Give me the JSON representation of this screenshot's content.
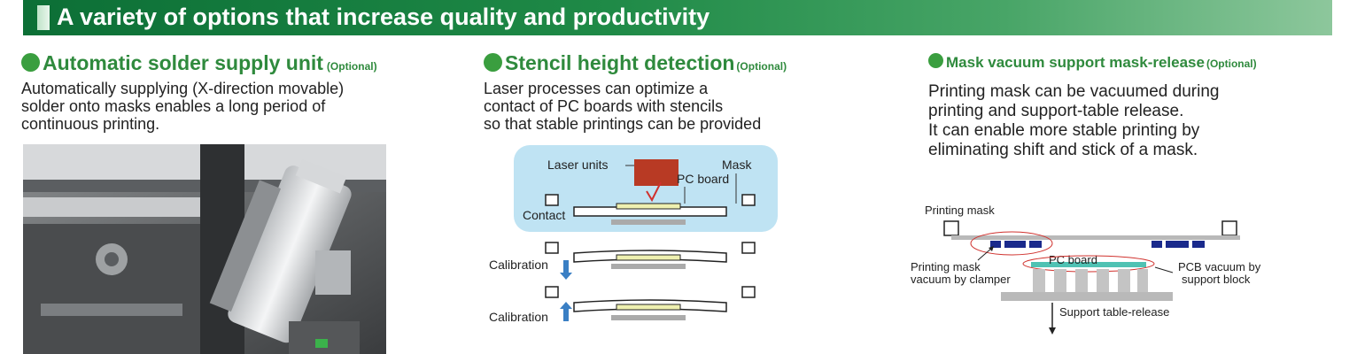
{
  "banner": {
    "title": "A variety of options that increase quality and productivity"
  },
  "sections": [
    {
      "title": "Automatic solder supply unit",
      "optional": "(Optional)",
      "description": "Automatically supplying (X-direction movable)\nsolder onto masks enables a long period of\ncontinuous printing."
    },
    {
      "title": "Stencil height detection",
      "optional": "(Optional)",
      "description": "Laser processes can optimize a\ncontact of PC boards with stencils\nso that stable printings can be provided",
      "diagram": {
        "laser_units": "Laser units",
        "mask": "Mask",
        "pc_board": "PC board",
        "contact": "Contact",
        "calibration_1": "Calibration",
        "calibration_2": "Calibration"
      }
    },
    {
      "title": "Mask vacuum support mask-release",
      "optional": "(Optional)",
      "description": "Printing mask can be vacuumed during\nprinting and support-table release.\nIt can enable more stable printing by\neliminating shift and stick of a mask.",
      "diagram": {
        "printing_mask": "Printing mask",
        "pc_board": "PC board",
        "clamper_line1": "Printing mask",
        "clamper_line2": "vacuum by clamper",
        "pcb_vacuum_line1": "PCB vacuum by",
        "pcb_vacuum_line2": "support block",
        "support_release": "Support table-release"
      }
    }
  ]
}
